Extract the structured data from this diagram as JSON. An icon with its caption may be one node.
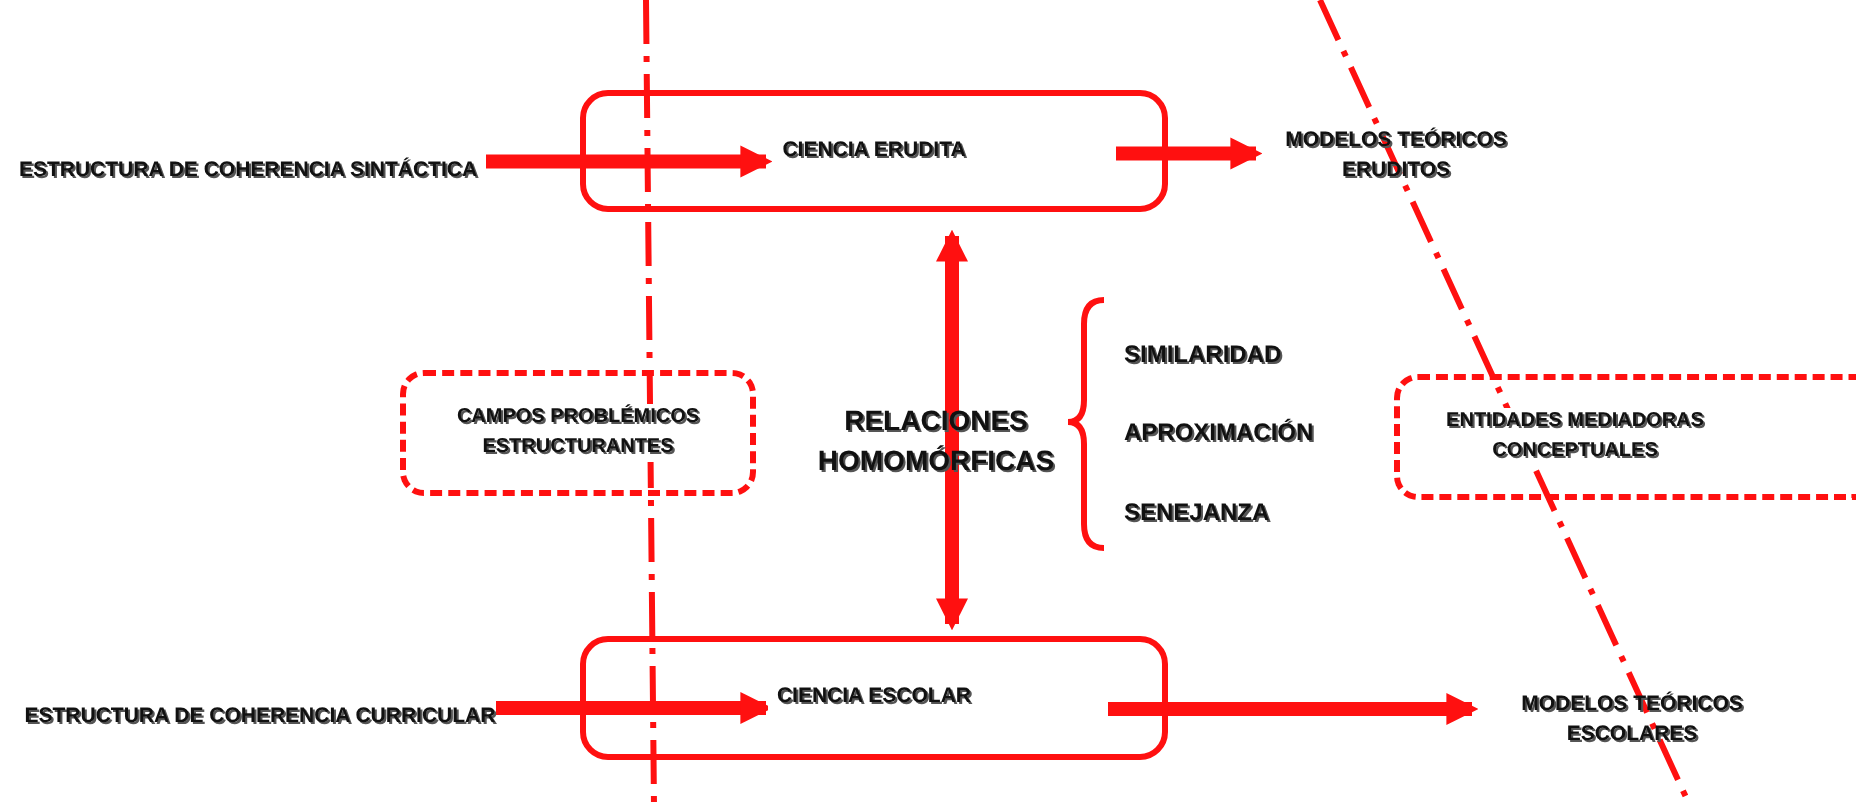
{
  "diagram": {
    "nodes": [
      {
        "text": [
          "ESTRUCTURA DE COHERENCIA SINTÁCTICA"
        ]
      },
      {
        "text": [
          "CIENCIA ERUDITA"
        ]
      },
      {
        "text": [
          "MODELOS TEÓRICOS ERUDITOS"
        ]
      },
      {
        "text": [
          "CAMPOS PROBLÉMICOS ESTRUCTURANTES"
        ]
      },
      {
        "text": [
          "RELACIONES HOMOMÓRFICAS"
        ]
      },
      {
        "text": [
          "ENTIDADES MEDIADORAS CONCEPTUALES"
        ]
      },
      {
        "text": [
          "ESTRUCTURA DE COHERENCIA CURRICULAR"
        ]
      },
      {
        "text": [
          "CIENCIA ESCOLAR"
        ]
      },
      {
        "text": [
          "MODELOS TEÓRICOS ESCOLARES"
        ]
      }
    ],
    "edges": [
      {
        "from": 0,
        "to": 1,
        "arrow": "to"
      },
      {
        "from": 1,
        "to": 2,
        "arrow": "to"
      },
      {
        "from": 1,
        "to": 7,
        "arrow": "both"
      },
      {
        "from": 6,
        "to": 7,
        "arrow": "to"
      },
      {
        "from": 7,
        "to": 8,
        "arrow": "to"
      }
    ],
    "labels": [
      "SIMILARIDAD",
      "APROXIMACIÓN",
      "SENEJANZA"
    ]
  }
}
